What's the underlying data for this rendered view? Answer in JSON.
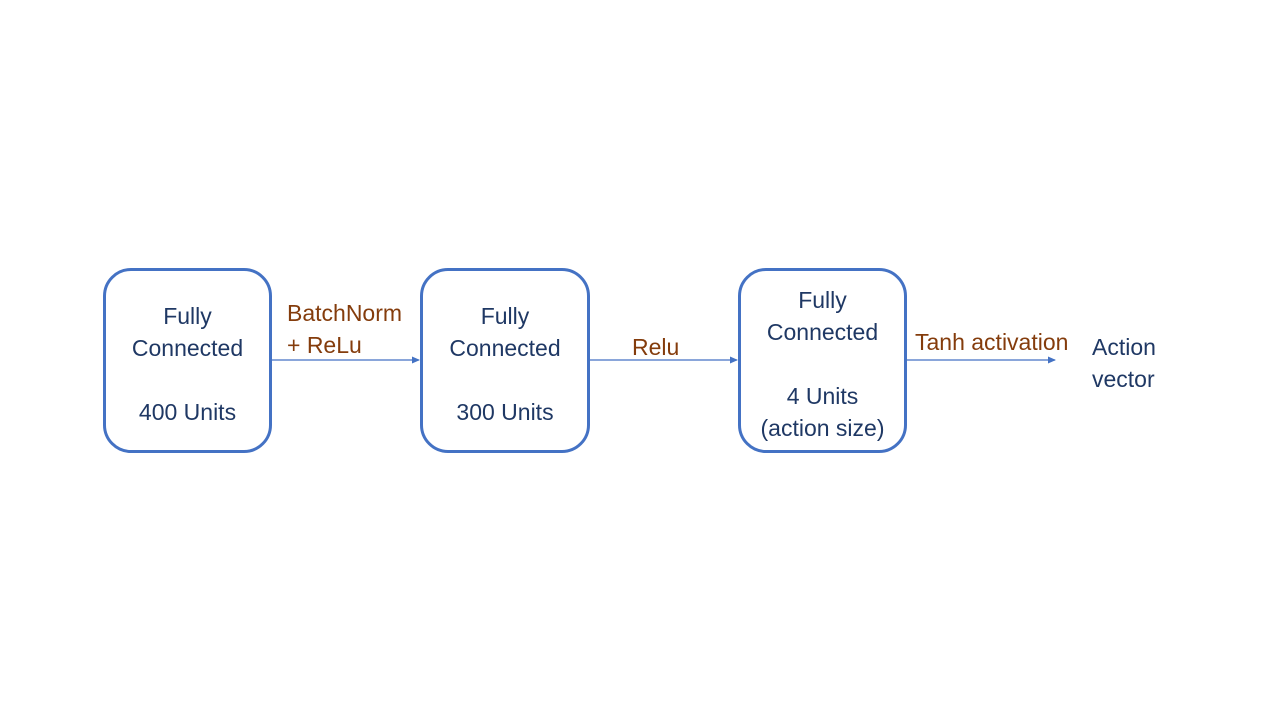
{
  "colors": {
    "box_border": "#4472C4",
    "box_text": "#1F3864",
    "edge_label": "#843C0C",
    "arrow": "#4472C4"
  },
  "nodes": [
    {
      "line1": "Fully",
      "line2": "Connected",
      "line3": "400 Units",
      "line4": ""
    },
    {
      "line1": "Fully",
      "line2": "Connected",
      "line3": "300 Units",
      "line4": ""
    },
    {
      "line1": "Fully",
      "line2": "Connected",
      "line3": "4 Units",
      "line4": "(action size)"
    }
  ],
  "edges": [
    {
      "line1": "BatchNorm",
      "line2": "+ ReLu"
    },
    {
      "line1": "Relu"
    },
    {
      "line1": "Tanh activation"
    }
  ],
  "output": {
    "line1": "Action",
    "line2": "vector"
  }
}
